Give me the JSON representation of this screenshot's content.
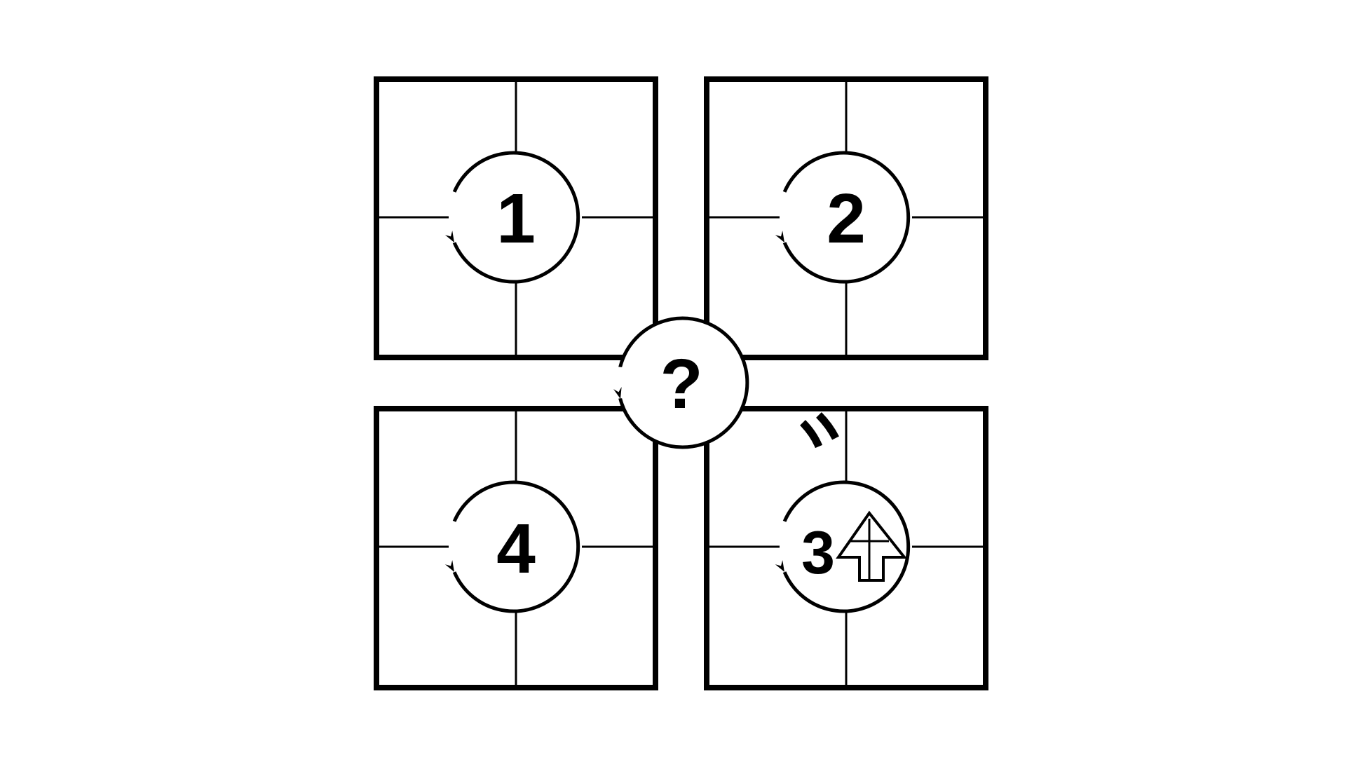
{
  "panels": [
    {
      "id": "top-left",
      "label": "1"
    },
    {
      "id": "top-right",
      "label": "2"
    },
    {
      "id": "bottom-right",
      "label": "3"
    },
    {
      "id": "bottom-left",
      "label": "4"
    }
  ],
  "center": {
    "label": "?"
  },
  "icons": {
    "arrow_house": "up-arrow-house-icon",
    "sound_marks": "sound-marks-icon",
    "rotation": "counterclockwise-arrow-icon"
  },
  "colors": {
    "stroke": "#000000",
    "background": "#ffffff"
  }
}
